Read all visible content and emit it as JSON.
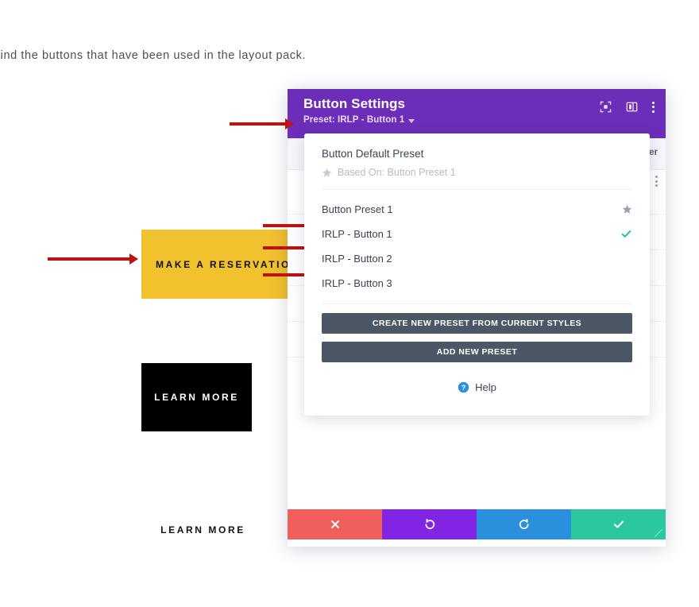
{
  "article": {
    "line": "find the buttons that have been used in the layout pack."
  },
  "page_buttons": [
    {
      "name": "make-a-reservation",
      "label": "MAKE A RESERVATIO",
      "bg": "#f2c12e",
      "fg": "#111111"
    },
    {
      "name": "learn-more-black",
      "label": "LEARN MORE",
      "bg": "#000000",
      "fg": "#ffffff"
    },
    {
      "name": "learn-more-plain",
      "label": "LEARN MORE",
      "bg": "transparent",
      "fg": "#111111"
    }
  ],
  "annotations": {
    "color": "#bb1212",
    "arrows": [
      {
        "name": "arrow-to-preset",
        "points_at": "Preset: IRLP - Button 1"
      },
      {
        "name": "arrow-to-irlp-button-1",
        "points_at": "IRLP - Button 1"
      },
      {
        "name": "arrow-to-irlp-button-2",
        "points_at": "IRLP - Button 2"
      },
      {
        "name": "arrow-to-irlp-button-3",
        "points_at": "IRLP - Button 3"
      },
      {
        "name": "arrow-to-reservation",
        "points_at": "MAKE A RESERVATION button"
      }
    ]
  },
  "modal": {
    "title": "Button Settings",
    "header_color": "#6c2eb9",
    "preset_label": "Preset: IRLP - Button 1",
    "header_icons": [
      {
        "name": "fullscreen-icon"
      },
      {
        "name": "layout-columns-icon"
      },
      {
        "name": "kebab-menu-icon"
      }
    ],
    "tab_filter_label": "er",
    "footer_buttons": [
      {
        "name": "cancel-button",
        "icon": "close-icon",
        "color": "#f15f5c"
      },
      {
        "name": "undo-button",
        "icon": "undo-icon",
        "color": "#8224e3"
      },
      {
        "name": "redo-button",
        "icon": "redo-icon",
        "color": "#2a8fdd"
      },
      {
        "name": "save-button",
        "icon": "checkmark-icon",
        "color": "#2bc8a0"
      }
    ]
  },
  "preset_dropdown": {
    "default_preset_name": "Button Default Preset",
    "based_on_text": "Based On: Button Preset 1",
    "items": [
      {
        "label": "Button Preset 1",
        "starred": true,
        "selected": false
      },
      {
        "label": "IRLP - Button 1",
        "starred": false,
        "selected": true
      },
      {
        "label": "IRLP - Button 2",
        "starred": false,
        "selected": false
      },
      {
        "label": "IRLP - Button 3",
        "starred": false,
        "selected": false
      }
    ],
    "create_preset_label": "CREATE NEW PRESET FROM CURRENT STYLES",
    "add_preset_label": "ADD NEW PRESET",
    "help_label": "Help",
    "star_color": "#9aa1b1",
    "check_color": "#2bbd97",
    "help_icon_color": "#2a8fdd"
  }
}
